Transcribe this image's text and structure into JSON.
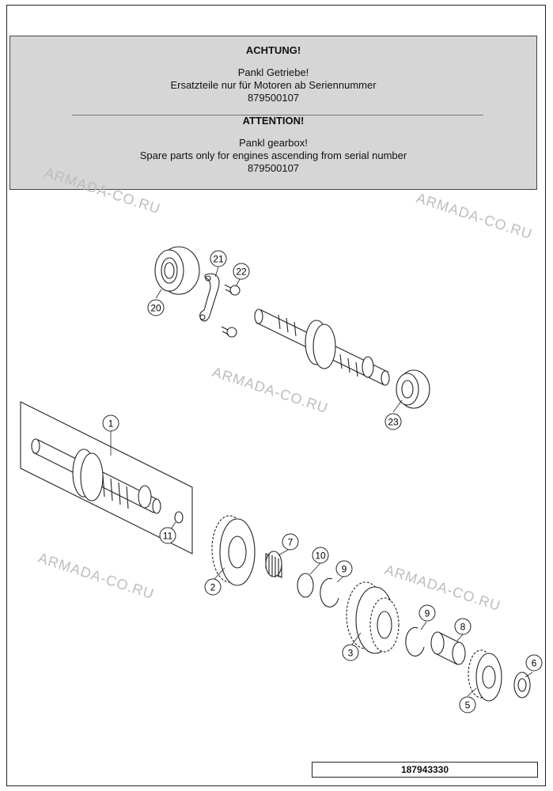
{
  "notice": {
    "de_heading": "ACHTUNG!",
    "de_line1": "Pankl Getriebe!",
    "de_line2": "Ersatzteile nur für Motoren ab Seriennummer",
    "de_line3": "879500107",
    "en_heading": "ATTENTION!",
    "en_line1": "Pankl gearbox!",
    "en_line2": "Spare parts only for engines ascending from serial number",
    "en_line3": "879500107"
  },
  "watermark": "ARMADA-CO.RU",
  "callouts": {
    "c1": "1",
    "c2": "2",
    "c3": "3",
    "c5": "5",
    "c6": "6",
    "c7": "7",
    "c8": "8",
    "c9a": "9",
    "c9b": "9",
    "c10": "10",
    "c11": "11",
    "c20": "20",
    "c21": "21",
    "c22": "22",
    "c23": "23"
  },
  "drawing_number": "187943330"
}
